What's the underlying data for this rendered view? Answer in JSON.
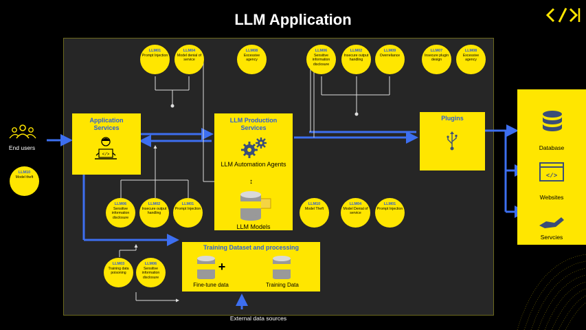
{
  "title": "LLM Application",
  "end_users": "End users",
  "external": "External data sources",
  "boxes": {
    "app_services": "Application Services",
    "llm_prod": "LLM Production Services",
    "automation": "LLM Automation Agents",
    "models": "LLM Models",
    "plugins": "Plugins",
    "training": "Training Dataset and processing",
    "finetune": "Fine-tune data",
    "training_data": "Training Data",
    "database": "Database",
    "websites": "Websites",
    "services": "Servcies"
  },
  "risks": [
    {
      "code": "LLM01",
      "desc": "Prompt Injection"
    },
    {
      "code": "LLM04",
      "desc": "Model denial of service"
    },
    {
      "code": "LLM08",
      "desc": "Excessive agency"
    },
    {
      "code": "LLM06",
      "desc": "Sensitive information disclosure"
    },
    {
      "code": "LLM02",
      "desc": "Insecure output handling"
    },
    {
      "code": "LLM09",
      "desc": "Overreliance"
    },
    {
      "code": "LLM07",
      "desc": "Insecure plugin design"
    },
    {
      "code": "LLM08",
      "desc": "Excessive agency"
    },
    {
      "code": "LLM10",
      "desc": "Model theft"
    },
    {
      "code": "LLM06",
      "desc": "Sensitive information disclosure"
    },
    {
      "code": "LLM02",
      "desc": "Insecure output handling"
    },
    {
      "code": "LLM01",
      "desc": "Prompt Injection"
    },
    {
      "code": "LLM10",
      "desc": "Model Theft"
    },
    {
      "code": "LLM04",
      "desc": "Model Denial of service"
    },
    {
      "code": "LLM01",
      "desc": "Prompt Injection"
    },
    {
      "code": "LLM03",
      "desc": "Training data poisoning"
    },
    {
      "code": "LLM06",
      "desc": "Sensitive information disclosure"
    }
  ]
}
